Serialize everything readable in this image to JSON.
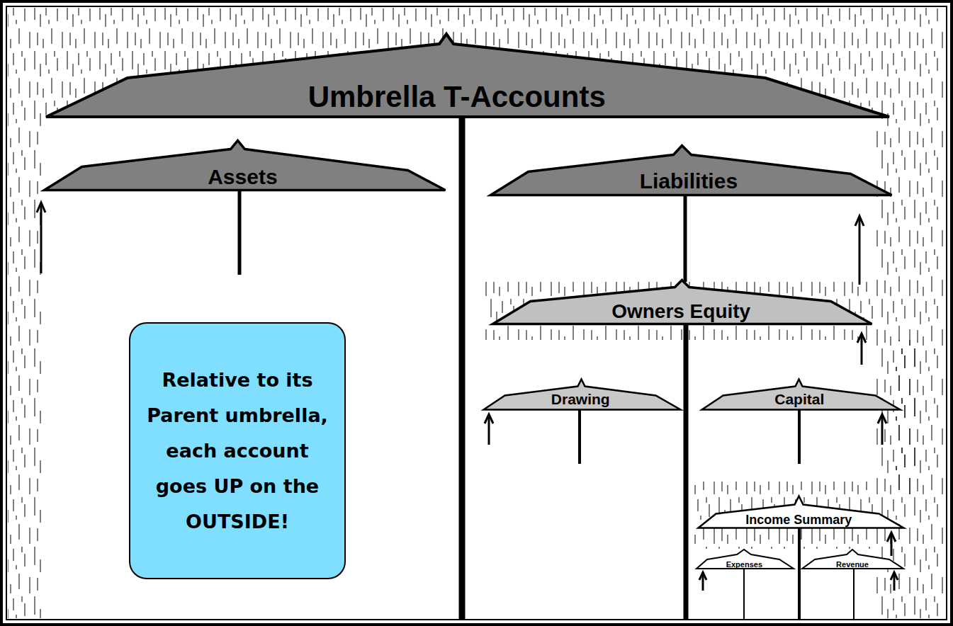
{
  "diagram": {
    "nodes": [
      {
        "text": [
          "Umbrella T-Accounts"
        ]
      },
      {
        "text": [
          "Assets"
        ]
      },
      {
        "text": [
          "Liabilities"
        ]
      },
      {
        "text": [
          "Owners Equity"
        ]
      },
      {
        "text": [
          "Relative to its Parent umbrella, each account goes UP on the OUTSIDE!"
        ]
      },
      {
        "text": [
          "Drawing"
        ]
      },
      {
        "text": [
          "Capital"
        ]
      },
      {
        "text": [
          "Income Summary"
        ]
      },
      {
        "text": [
          "Expenses"
        ]
      },
      {
        "text": [
          "Revenue"
        ]
      }
    ]
  }
}
